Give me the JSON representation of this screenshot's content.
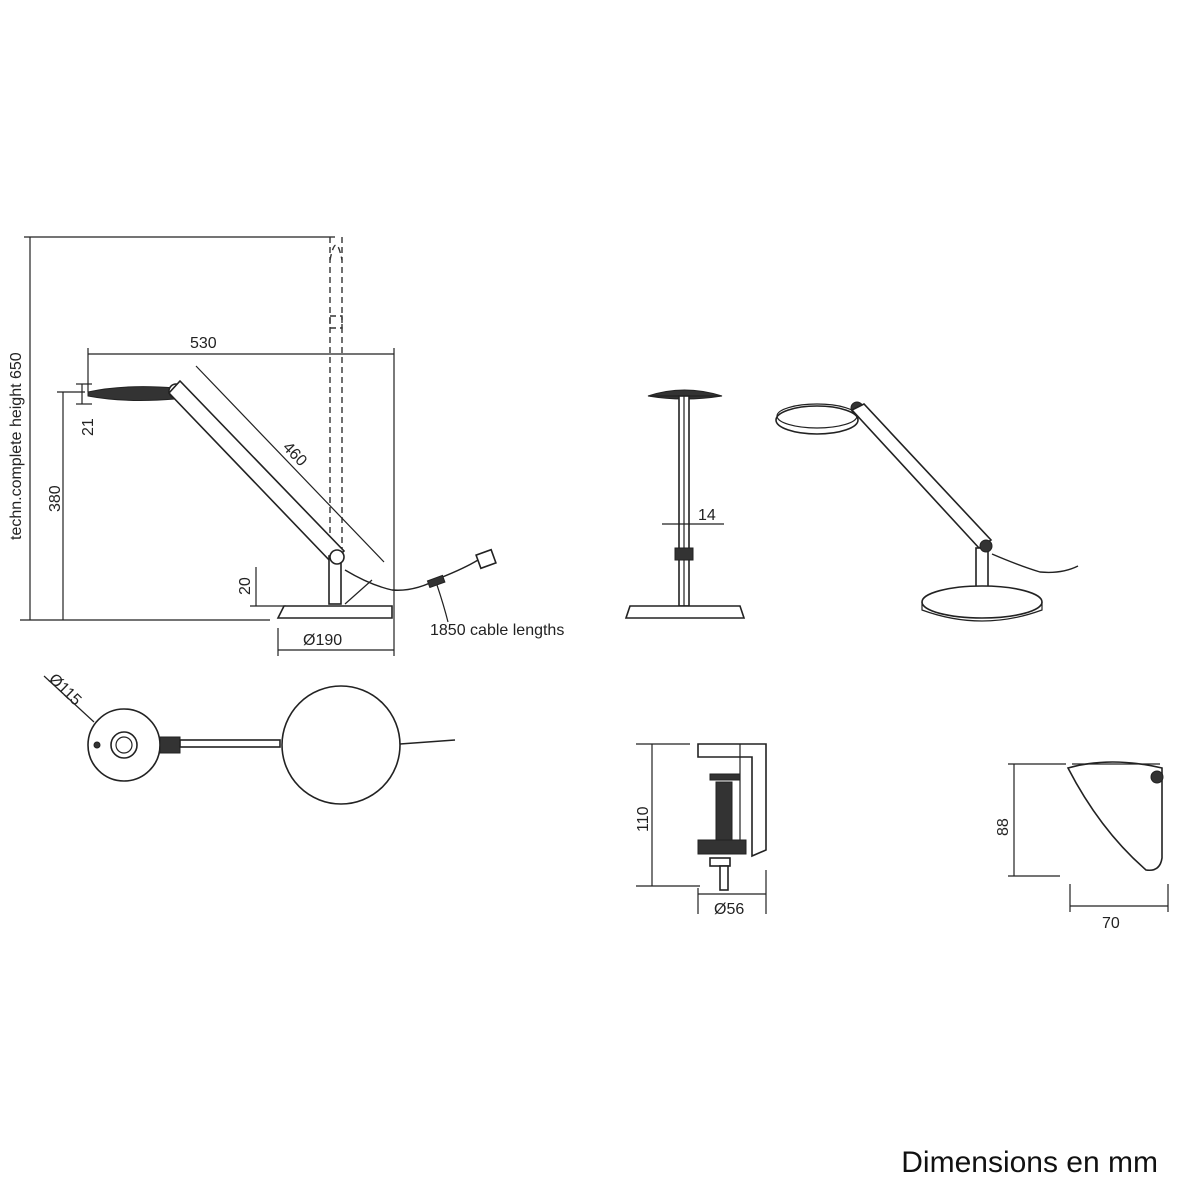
{
  "dimensions": {
    "complete_height": "techn.complete height 650",
    "length": "530",
    "arm": "460",
    "head_thickness": "21",
    "joint_height": "380",
    "base_height": "20",
    "cable": "1850 cable lengths",
    "base_diameter": "Ø190",
    "column_width": "14",
    "head_diameter": "Ø115",
    "clamp_height": "110",
    "clamp_diameter": "Ø56",
    "shade_height": "88",
    "shade_width": "70"
  },
  "caption": "Dimensions en mm"
}
